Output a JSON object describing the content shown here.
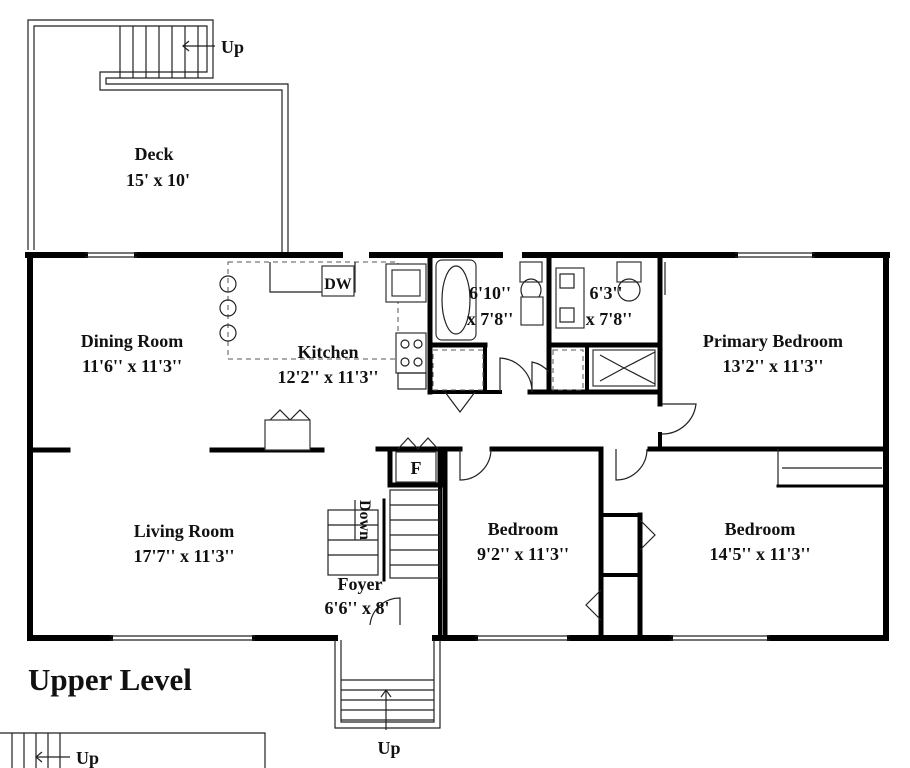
{
  "plan": {
    "title": "Upper Level",
    "rooms": {
      "deck": {
        "name": "Deck",
        "dims": "15' x 10'"
      },
      "dining": {
        "name": "Dining Room",
        "dims": "11'6'' x 11'3''"
      },
      "kitchen": {
        "name": "Kitchen",
        "dims": "12'2'' x 11'3''"
      },
      "bath1": {
        "line1": "6'10''",
        "line2": "x 7'8''"
      },
      "bath2": {
        "line1": "6'3''",
        "line2": "x 7'8''"
      },
      "primary": {
        "name": "Primary Bedroom",
        "dims": "13'2'' x 11'3''"
      },
      "living": {
        "name": "Living Room",
        "dims": "17'7'' x 11'3''"
      },
      "foyer": {
        "name": "Foyer",
        "dims": "6'6'' x 8'"
      },
      "bed1": {
        "name": "Bedroom",
        "dims": "9'2'' x 11'3''"
      },
      "bed2": {
        "name": "Bedroom",
        "dims": "14'5'' x 11'3''"
      }
    },
    "labels": {
      "dw": "DW",
      "furnace": "F",
      "stairs_down": "Down",
      "up_deck": "Up",
      "up_entry": "Up",
      "up_bottom": "Up"
    }
  }
}
